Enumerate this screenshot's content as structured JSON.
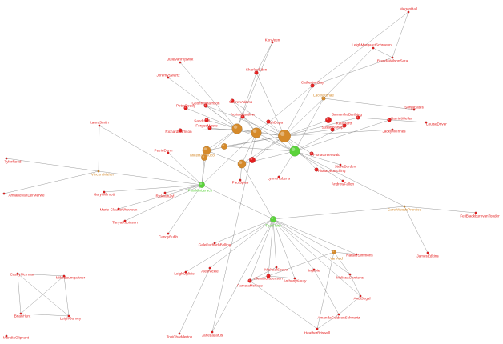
{
  "colors": {
    "red": "#e41e1e",
    "orange": "#d58a2b",
    "green": "#5ad33a",
    "edge": "#8a8a8a",
    "background": "#ffffff"
  },
  "nodes": [
    {
      "id": "MeganHall",
      "label": "MeganHall",
      "color": "red",
      "size": 1
    },
    {
      "id": "LeighMargaretSchroenn",
      "label": "LeighMargaretSchroenn",
      "color": "red",
      "size": 1
    },
    {
      "id": "BrendaWilsonSara",
      "label": "BrendaWilsonSara",
      "color": "red",
      "size": 1
    },
    {
      "id": "KenVeen",
      "label": "KenVeen",
      "color": "red",
      "size": 1
    },
    {
      "id": "JulieVanRijswijk",
      "label": "JulieVanRijswijk",
      "color": "red",
      "size": 1
    },
    {
      "id": "JeremySwartz",
      "label": "JeremySwartz",
      "color": "red",
      "size": 1
    },
    {
      "id": "CharlesEden",
      "label": "CharlesEden",
      "color": "red",
      "size": 2
    },
    {
      "id": "CatherineGay",
      "label": "CatherineGay",
      "color": "red",
      "size": 2
    },
    {
      "id": "WarrenAdams",
      "label": "WarrenAdams",
      "color": "red",
      "size": 2
    },
    {
      "id": "PeterBoddy",
      "label": "PeterBoddy",
      "color": "red",
      "size": 2
    },
    {
      "id": "GeoffreyHarrison",
      "label": "GeoffreyHarrison",
      "color": "red",
      "size": 2
    },
    {
      "id": "AdrianHuntlow",
      "label": "AdrianHuntlow",
      "color": "red",
      "size": 2
    },
    {
      "id": "SandraOl",
      "label": "SandraOl",
      "color": "red",
      "size": 2
    },
    {
      "id": "TrishDepa",
      "label": "TrishDepa",
      "color": "red",
      "size": 2
    },
    {
      "id": "SonjaBates",
      "label": "SonjaBates",
      "color": "red",
      "size": 1
    },
    {
      "id": "LouiseDriver",
      "label": "LouiseDriver",
      "color": "red",
      "size": 1
    },
    {
      "id": "LaceyRenae",
      "label": "LaceyRenae",
      "color": "orange",
      "size": 2
    },
    {
      "id": "SamanthaBarthing",
      "label": "SamanthaBarthing",
      "color": "red",
      "size": 2
    },
    {
      "id": "KateHarth",
      "label": "KateHarth",
      "color": "red",
      "size": 2
    },
    {
      "id": "SusanBishop",
      "label": "SusanBishop",
      "color": "red",
      "size": 2
    },
    {
      "id": "HarrietWeller",
      "label": "HarrietWeller",
      "color": "red",
      "size": 2
    },
    {
      "id": "JackyMcInnes",
      "label": "JackyMcInnes",
      "color": "red",
      "size": 1
    },
    {
      "id": "LauraSmith",
      "label": "LauraSmith",
      "color": "red",
      "size": 1
    },
    {
      "id": "RichardHarrison",
      "label": "RichardHarrison",
      "color": "red",
      "size": 2
    },
    {
      "id": "FergusMoore",
      "label": "FergusMoore",
      "color": "red",
      "size": 2
    },
    {
      "id": "HubA",
      "label": "",
      "color": "orange",
      "size": 5
    },
    {
      "id": "HubB",
      "label": "",
      "color": "orange",
      "size": 5
    },
    {
      "id": "HubC",
      "label": "",
      "color": "orange",
      "size": 6
    },
    {
      "id": "HubD",
      "label": "",
      "color": "green",
      "size": 5
    },
    {
      "id": "HubE",
      "label": "",
      "color": "orange",
      "size": 4
    },
    {
      "id": "HubF",
      "label": "",
      "color": "orange",
      "size": 4
    },
    {
      "id": "HubG",
      "label": "",
      "color": "orange",
      "size": 3
    },
    {
      "id": "HubH",
      "label": "",
      "color": "red",
      "size": 3
    },
    {
      "id": "HubI",
      "label": "",
      "color": "red",
      "size": 3
    },
    {
      "id": "FionaGreenwald",
      "label": "FionaGreenwald",
      "color": "red",
      "size": 2
    },
    {
      "id": "SteveBurden",
      "label": "SteveBurden",
      "color": "red",
      "size": 1
    },
    {
      "id": "FionaDeutsch",
      "label": "FionaDeutsching",
      "color": "red",
      "size": 2
    },
    {
      "id": "AndrewFallon",
      "label": "AndrewFallon",
      "color": "red",
      "size": 1
    },
    {
      "id": "PetrieDunn",
      "label": "PetrieDunn",
      "color": "red",
      "size": 1
    },
    {
      "id": "MikeHandsucol",
      "label": "MikeHandsucol",
      "color": "orange",
      "size": 3
    },
    {
      "id": "TylerReed",
      "label": "TylerReed",
      "color": "red",
      "size": 1
    },
    {
      "id": "VincentMaher",
      "label": "VincentMaher",
      "color": "orange",
      "size": 1
    },
    {
      "id": "ArmandVanDerMerwe",
      "label": "ArmandVanDerMerwe",
      "color": "red",
      "size": 1
    },
    {
      "id": "GaryWillmott",
      "label": "GaryWillmott",
      "color": "red",
      "size": 1
    },
    {
      "id": "RickVanZyl",
      "label": "RickVanZyl",
      "color": "red",
      "size": 1
    },
    {
      "id": "FranklinLerach",
      "label": "FranklinLerach",
      "color": "green",
      "size": 3
    },
    {
      "id": "PaulSpies",
      "label": "PaulSpies",
      "color": "red",
      "size": 1
    },
    {
      "id": "LynneRoberts",
      "label": "LynneRoberts",
      "color": "red",
      "size": 1
    },
    {
      "id": "MarieClaude",
      "label": "Marie-ClaudeUhevleux",
      "color": "red",
      "size": 1
    },
    {
      "id": "TanyaRobinson",
      "label": "TanyaRobinson",
      "color": "red",
      "size": 1
    },
    {
      "id": "CandyBubb",
      "label": "CandyBubb",
      "color": "red",
      "size": 1
    },
    {
      "id": "CarolWoodsPrentice",
      "label": "CarolWoodsPrentice",
      "color": "orange",
      "size": 1
    },
    {
      "id": "FeliBlackburn",
      "label": "FeliBlackburnvanTonder",
      "color": "red",
      "size": 1
    },
    {
      "id": "TrueFibre",
      "label": "TrueFibre",
      "color": "green",
      "size": 3
    },
    {
      "id": "GaleDurbach",
      "label": "GaleDurbachBelling",
      "color": "red",
      "size": 1
    },
    {
      "id": "JamesEdkins",
      "label": "JamesEdkins",
      "color": "red",
      "size": 1
    },
    {
      "id": "NatalieSimmons",
      "label": "NatalieSimmons",
      "color": "red",
      "size": 1
    },
    {
      "id": "VanAnd",
      "label": "VanAnd",
      "color": "orange",
      "size": 2
    },
    {
      "id": "LeighOglivie",
      "label": "LeighOglivie",
      "color": "red",
      "size": 1
    },
    {
      "id": "AlexNickle",
      "label": "AlexNickle",
      "color": "red",
      "size": 1
    },
    {
      "id": "MichaelScouw",
      "label": "MichaelScouw",
      "color": "red",
      "size": 1
    },
    {
      "id": "AlexandraJenson",
      "label": "AlexandraJenson",
      "color": "red",
      "size": 2
    },
    {
      "id": "IngeNe",
      "label": "IngeNe",
      "color": "red",
      "size": 1
    },
    {
      "id": "MelissaCarstens",
      "label": "MelissaCarstens",
      "color": "red",
      "size": 1
    },
    {
      "id": "PamelaMcCrae",
      "label": "PamelaMcCrae",
      "color": "red",
      "size": 2
    },
    {
      "id": "AnthonyKoury",
      "label": "AnthonyKoury",
      "color": "red",
      "size": 1
    },
    {
      "id": "AndiSegal",
      "label": "AndiSegal",
      "color": "red",
      "size": 1
    },
    {
      "id": "AmandaGoldsonSchwartz",
      "label": "AmandaGoldsonSchwartz",
      "color": "red",
      "size": 1
    },
    {
      "id": "HeatherBriswell",
      "label": "HeatherBriswell",
      "color": "red",
      "size": 1
    },
    {
      "id": "ToniChadderton",
      "label": "ToniChadderton",
      "color": "red",
      "size": 1
    },
    {
      "id": "JaneLazarus",
      "label": "JaneLazarus",
      "color": "red",
      "size": 1
    },
    {
      "id": "CaseyMcInnan",
      "label": "CaseyMcInnan",
      "color": "red",
      "size": 1
    },
    {
      "id": "MikeBaumgartner",
      "label": "MikeBaumgartner",
      "color": "red",
      "size": 1
    },
    {
      "id": "BrianHunt",
      "label": "BrianHunt",
      "color": "red",
      "size": 1
    },
    {
      "id": "LeighGurney",
      "label": "LeighGurney",
      "color": "red",
      "size": 1
    },
    {
      "id": "MandiaOliphant",
      "label": "MandiaOliphant",
      "color": "red",
      "size": 1
    }
  ],
  "edges": [
    [
      "MeganHall",
      "BrendaWilsonSara"
    ],
    [
      "MeganHall",
      "CatherineGay"
    ],
    [
      "LeighMargaretSchroenn",
      "BrendaWilsonSara"
    ],
    [
      "LeighMargaretSchroenn",
      "LaceyRenae"
    ],
    [
      "BrendaWilsonSara",
      "CatherineGay"
    ],
    [
      "KenVeen",
      "CharlesEden"
    ],
    [
      "KenVeen",
      "HubA"
    ],
    [
      "JulieVanRijswijk",
      "HubA"
    ],
    [
      "JeremySwartz",
      "HubA"
    ],
    [
      "CharlesEden",
      "HubA"
    ],
    [
      "CharlesEden",
      "HubC"
    ],
    [
      "CatherineGay",
      "HubC"
    ],
    [
      "CatherineGay",
      "HubB"
    ],
    [
      "WarrenAdams",
      "HubB"
    ],
    [
      "WarrenAdams",
      "HubC"
    ],
    [
      "PeterBoddy",
      "HubA"
    ],
    [
      "GeoffreyHarrison",
      "HubA"
    ],
    [
      "GeoffreyHarrison",
      "HubC"
    ],
    [
      "AdrianHuntlow",
      "HubB"
    ],
    [
      "AdrianHuntlow",
      "HubD"
    ],
    [
      "SandraOl",
      "HubA"
    ],
    [
      "TrishDepa",
      "HubC"
    ],
    [
      "SonjaBates",
      "LaceyRenae"
    ],
    [
      "LouiseDriver",
      "SamanthaBarthing"
    ],
    [
      "LaceyRenae",
      "HubC"
    ],
    [
      "LaceyRenae",
      "HubD"
    ],
    [
      "SamanthaBarthing",
      "HubC"
    ],
    [
      "KateHarth",
      "HubD"
    ],
    [
      "SusanBishop",
      "HubC"
    ],
    [
      "HarrietWeller",
      "HubD"
    ],
    [
      "JackyMcInnes",
      "HubC"
    ],
    [
      "LauraSmith",
      "VincentMaher"
    ],
    [
      "LauraSmith",
      "FranklinLerach"
    ],
    [
      "RichardHarrison",
      "HubA"
    ],
    [
      "FergusMoore",
      "HubB"
    ],
    [
      "HubA",
      "HubB"
    ],
    [
      "HubA",
      "HubC"
    ],
    [
      "HubB",
      "HubC"
    ],
    [
      "HubC",
      "HubD"
    ],
    [
      "HubB",
      "HubD"
    ],
    [
      "HubA",
      "HubE"
    ],
    [
      "HubB",
      "HubF"
    ],
    [
      "HubC",
      "HubF"
    ],
    [
      "HubD",
      "HubF"
    ],
    [
      "HubE",
      "HubF"
    ],
    [
      "HubG",
      "HubC"
    ],
    [
      "HubH",
      "HubC"
    ],
    [
      "HubI",
      "HubC"
    ],
    [
      "HubA",
      "HubD"
    ],
    [
      "HubE",
      "HubC"
    ],
    [
      "HubG",
      "HubD"
    ],
    [
      "FionaGreenwald",
      "HubC"
    ],
    [
      "SteveBurden",
      "HubD"
    ],
    [
      "FionaDeutsch",
      "HubC"
    ],
    [
      "AndrewFallon",
      "HubD"
    ],
    [
      "PetrieDunn",
      "FranklinLerach"
    ],
    [
      "MikeHandsucol",
      "HubA"
    ],
    [
      "MikeHandsucol",
      "FranklinLerach"
    ],
    [
      "TylerReed",
      "VincentMaher"
    ],
    [
      "VincentMaher",
      "ArmandVanDerMerwe"
    ],
    [
      "VincentMaher",
      "FranklinLerach"
    ],
    [
      "GaryWillmott",
      "FranklinLerach"
    ],
    [
      "RickVanZyl",
      "FranklinLerach"
    ],
    [
      "FranklinLerach",
      "HubB"
    ],
    [
      "FranklinLerach",
      "HubE"
    ],
    [
      "PaulSpies",
      "HubF"
    ],
    [
      "LynneRoberts",
      "HubD"
    ],
    [
      "MarieClaude",
      "FranklinLerach"
    ],
    [
      "TanyaRobinson",
      "FranklinLerach"
    ],
    [
      "CandyBubb",
      "FranklinLerach"
    ],
    [
      "CarolWoodsPrentice",
      "HubD"
    ],
    [
      "CarolWoodsPrentice",
      "FeliBlackburn"
    ],
    [
      "CarolWoodsPrentice",
      "TrueFibre"
    ],
    [
      "CarolWoodsPrentice",
      "JamesEdkins"
    ],
    [
      "TrueFibre",
      "HubF"
    ],
    [
      "TrueFibre",
      "FranklinLerach"
    ],
    [
      "TrueFibre",
      "GaleDurbach"
    ],
    [
      "TrueFibre",
      "NatalieSimmons"
    ],
    [
      "TrueFibre",
      "VanAnd"
    ],
    [
      "TrueFibre",
      "LeighOglivie"
    ],
    [
      "TrueFibre",
      "AlexNickle"
    ],
    [
      "TrueFibre",
      "MichaelScouw"
    ],
    [
      "TrueFibre",
      "AlexandraJenson"
    ],
    [
      "TrueFibre",
      "IngeNe"
    ],
    [
      "TrueFibre",
      "PamelaMcCrae"
    ],
    [
      "TrueFibre",
      "AnthonyKoury"
    ],
    [
      "TrueFibre",
      "MelissaCarstens"
    ],
    [
      "TrueFibre",
      "AndiSegal"
    ],
    [
      "TrueFibre",
      "JaneLazarus"
    ],
    [
      "VanAnd",
      "NatalieSimmons"
    ],
    [
      "VanAnd",
      "MelissaCarstens"
    ],
    [
      "VanAnd",
      "AlexandraJenson"
    ],
    [
      "MichaelScouw",
      "PamelaMcCrae"
    ],
    [
      "AlexandraJenson",
      "AnthonyKoury"
    ],
    [
      "PamelaMcCrae",
      "AlexandraJenson"
    ],
    [
      "PamelaMcCrae",
      "HeatherBriswell"
    ],
    [
      "IngeNe",
      "AmandaGoldsonSchwartz"
    ],
    [
      "MelissaCarstens",
      "AndiSegal"
    ],
    [
      "AndiSegal",
      "AmandaGoldsonSchwartz"
    ],
    [
      "HeatherBriswell",
      "AmandaGoldsonSchwartz"
    ],
    [
      "HeatherBriswell",
      "VanAnd"
    ],
    [
      "ToniChadderton",
      "AlexNickle"
    ],
    [
      "JaneLazarus",
      "HubB"
    ],
    [
      "CaseyMcInnan",
      "MikeBaumgartner"
    ],
    [
      "CaseyMcInnan",
      "BrianHunt"
    ],
    [
      "CaseyMcInnan",
      "LeighGurney"
    ],
    [
      "MikeBaumgartner",
      "BrianHunt"
    ],
    [
      "MikeBaumgartner",
      "LeighGurney"
    ],
    [
      "BrianHunt",
      "LeighGurney"
    ]
  ]
}
